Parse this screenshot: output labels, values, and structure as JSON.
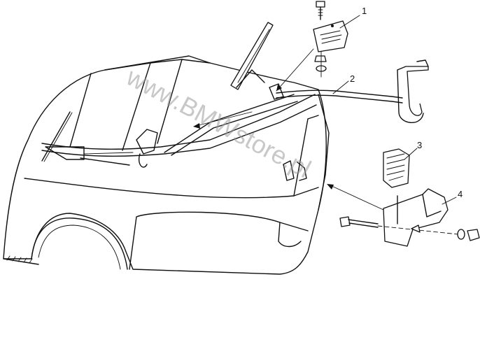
{
  "callouts": {
    "c1": "1",
    "c2": "2",
    "c3": "3",
    "c4": "4"
  },
  "watermark": "www.BMWstore.pl"
}
